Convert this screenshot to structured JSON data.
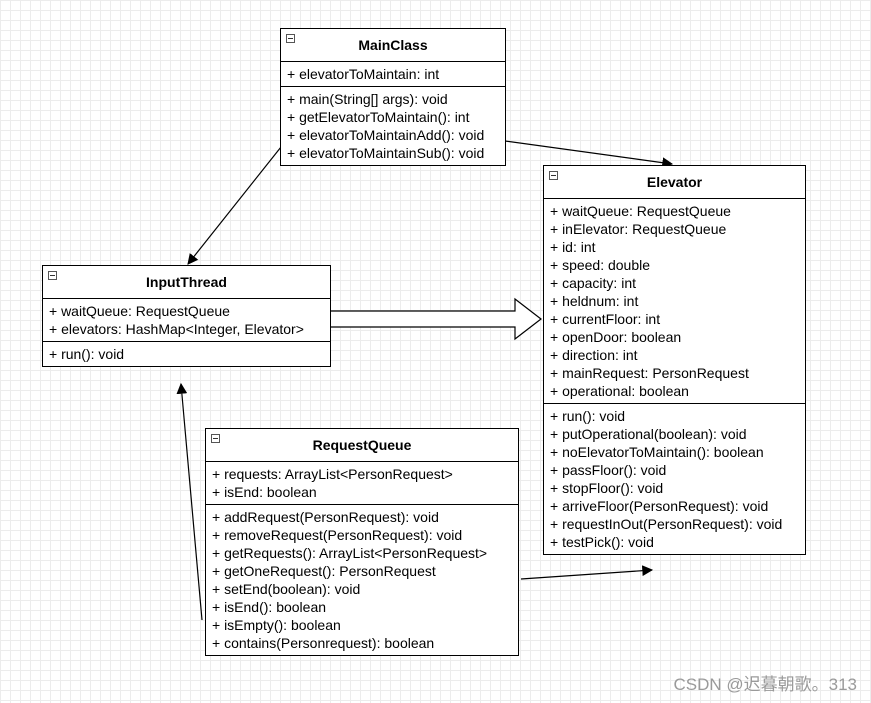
{
  "classes": {
    "main": {
      "name": "MainClass",
      "attributes": [
        "+ elevatorToMaintain: int"
      ],
      "methods": [
        "+ main(String[] args): void",
        "+ getElevatorToMaintain(): int",
        "+ elevatorToMaintainAdd(): void",
        "+ elevatorToMaintainSub(): void"
      ]
    },
    "elevator": {
      "name": "Elevator",
      "attributes": [
        "+ waitQueue: RequestQueue",
        "+ inElevator: RequestQueue",
        "+ id: int",
        "+ speed: double",
        "+ capacity: int",
        "+ heldnum: int",
        "+ currentFloor: int",
        "+ openDoor: boolean",
        "+ direction: int",
        "+ mainRequest: PersonRequest",
        "+ operational: boolean"
      ],
      "methods": [
        "+ run(): void",
        "+ putOperational(boolean): void",
        "+ noElevatorToMaintain(): boolean",
        "+ passFloor(): void",
        "+ stopFloor(): void",
        "+ arriveFloor(PersonRequest): void",
        "+ requestInOut(PersonRequest): void",
        "+ testPick(): void"
      ]
    },
    "input": {
      "name": "InputThread",
      "attributes": [
        "+ waitQueue: RequestQueue",
        "+ elevators: HashMap<Integer, Elevator>"
      ],
      "methods": [
        "+ run(): void"
      ]
    },
    "queue": {
      "name": "RequestQueue",
      "attributes": [
        "+ requests: ArrayList<PersonRequest>",
        "+ isEnd: boolean"
      ],
      "methods": [
        "+ addRequest(PersonRequest): void",
        "+ removeRequest(PersonRequest): void",
        "+ getRequests(): ArrayList<PersonRequest>",
        "+ getOneRequest(): PersonRequest",
        "+ setEnd(boolean): void",
        "+ isEnd(): boolean",
        "+ isEmpty(): boolean",
        "+ contains(Personrequest): boolean"
      ]
    }
  },
  "watermark": "CSDN @迟暮朝歌。313"
}
